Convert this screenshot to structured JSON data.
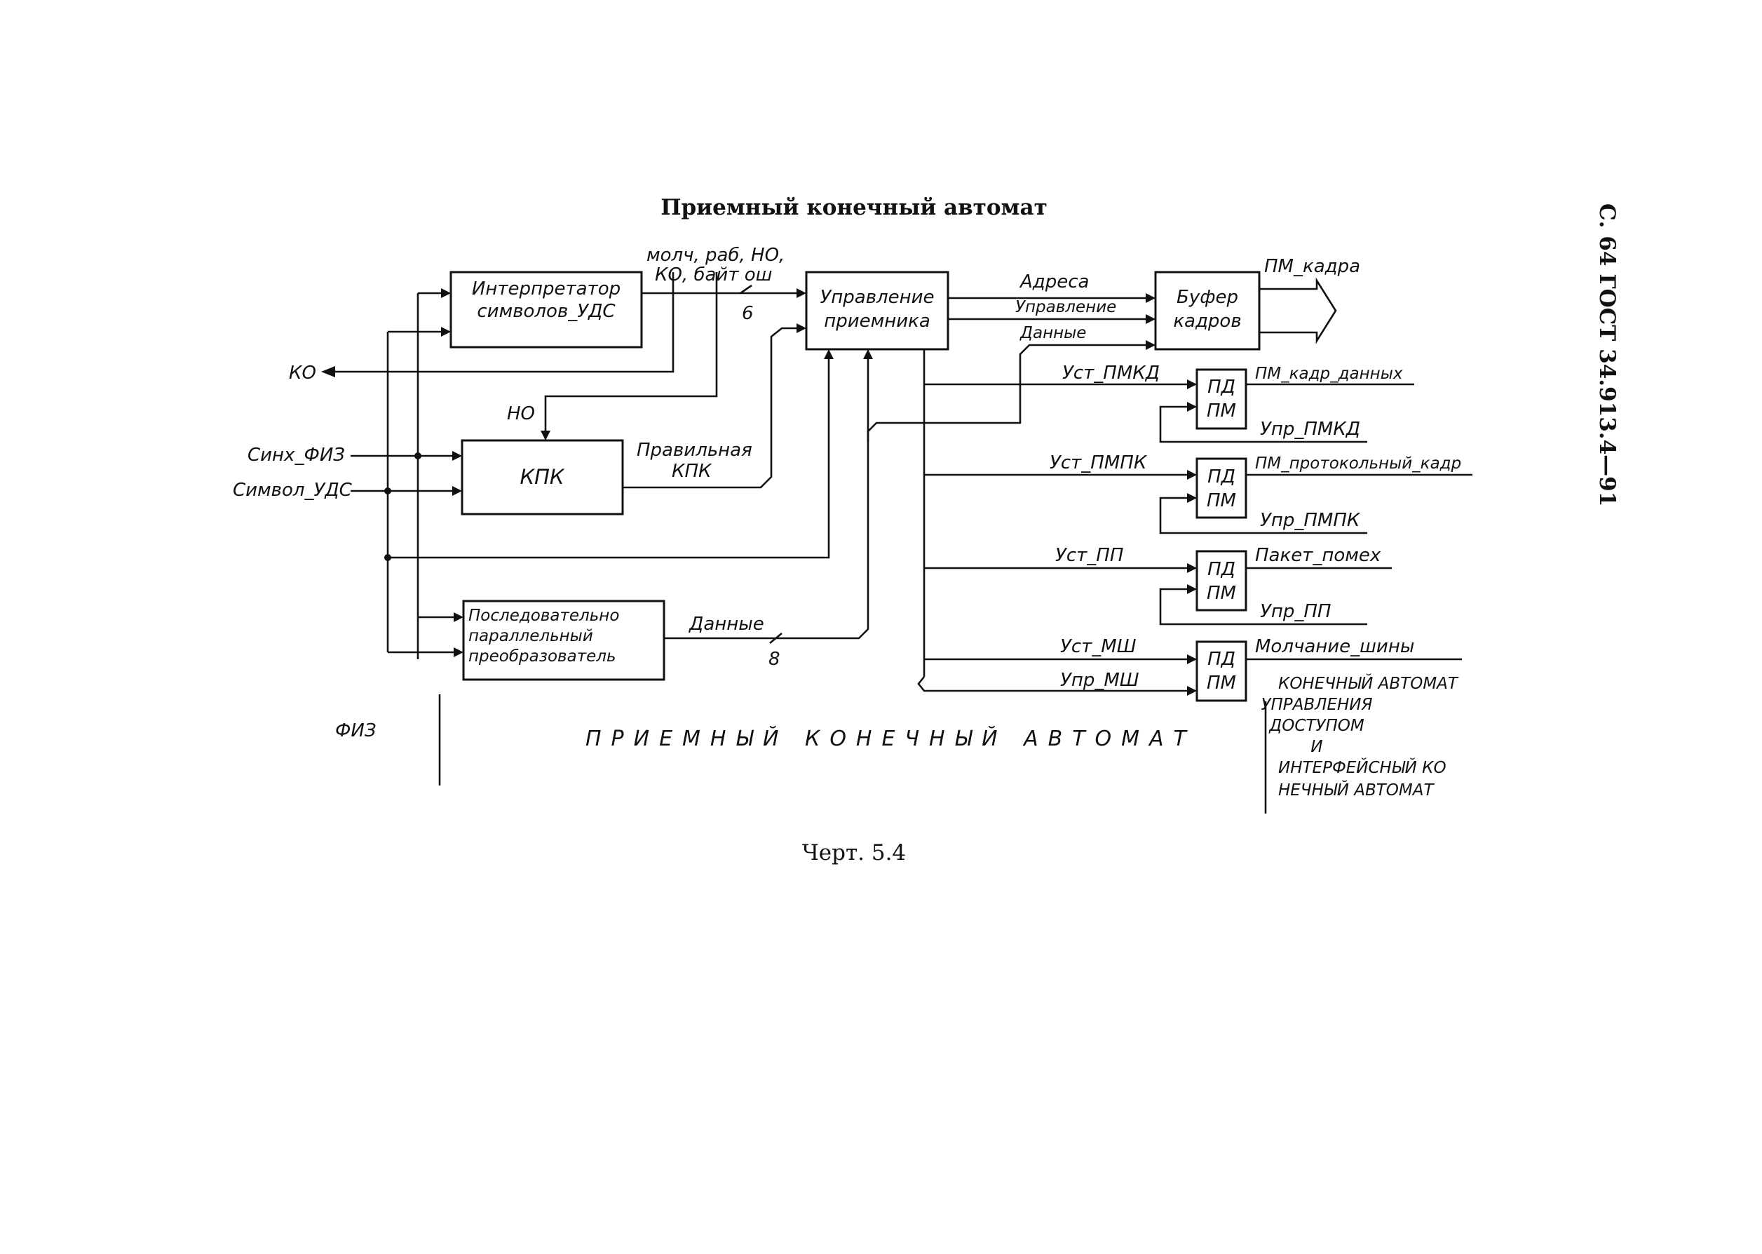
{
  "heading": "Приемный конечный автомат",
  "side_header": "С. 64 ГОСТ 34.913.4—91",
  "caption": "Черт. 5.4",
  "blocks": {
    "interpreter": [
      "Интерпретатор",
      "символов_УДС"
    ],
    "control": [
      "Управление",
      "приемника"
    ],
    "buffer": [
      "Буфер",
      "кадров"
    ],
    "kpk": "КПК",
    "converter": [
      "Последовательно",
      "параллельный",
      "преобразователь"
    ],
    "pdpm": [
      "ПД",
      "ПМ"
    ]
  },
  "signals": {
    "top_line1": "молч, раб, НО,",
    "top_line2": "КО, байт ош",
    "bus6": "6",
    "bus8": "8",
    "ko": "КО",
    "no": "НО",
    "sync": "Синх_ФИЗ",
    "symbol": "Символ_УДС",
    "valid_kpk": [
      "Правильная",
      "КПК"
    ],
    "data_conv": "Данные",
    "addresses": "Адреса",
    "control_sig": "Управление",
    "data_sig": "Данные",
    "pm_frame": "ПМ_кадра"
  },
  "pd_units": [
    {
      "ust": "Уст_ПМКД",
      "out": "ПМ_кадр_данных",
      "upr": "Упр_ПМКД"
    },
    {
      "ust": "Уст_ПМПК",
      "out": "ПМ_протокольный_кадр",
      "upr": "Упр_ПМПК"
    },
    {
      "ust": "Уст_ПП",
      "out": "Пакет_помех",
      "upr": "Упр_ПП"
    },
    {
      "ust": "Уст_МШ",
      "out": "Молчание_шины",
      "upr": "Упр_МШ"
    }
  ],
  "zones": {
    "phys": "ФИЗ",
    "receiver": "ПРИЕМНЫЙ КОНЕЧНЫЙ АВТОМАТ",
    "right_note": [
      "КОНЕЧНЫЙ АВТОМАТ",
      "УПРАВЛЕНИЯ",
      "ДОСТУПОМ",
      "И",
      "ИНТЕРФЕЙСНЫЙ КО",
      "НЕЧНЫЙ АВТОМАТ"
    ]
  }
}
